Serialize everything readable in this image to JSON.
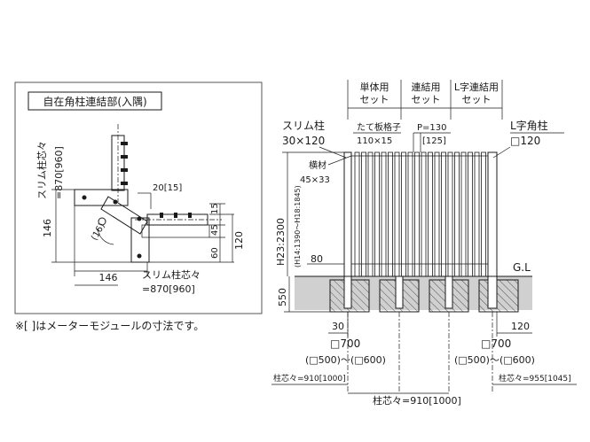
{
  "left_panel": {
    "title": "自在角柱連結部(入隅)",
    "post_center_v": "スリム柱芯々",
    "post_center_v_value": "=870[960]",
    "dim_146_v": "146",
    "dim_146_h": "146",
    "dim_20": "20[15]",
    "dim_15": "15",
    "dim_45": "45",
    "dim_60": "60",
    "dim_120": "120",
    "angle": "(16)",
    "post_center_h": "スリム柱芯々",
    "post_center_h_value": "=870[960]",
    "note": "※[ ]はメーターモジュールの寸法です。"
  },
  "right_panel": {
    "set_single": [
      "単体用",
      "セット"
    ],
    "set_connect": [
      "連結用",
      "セット"
    ],
    "set_lconnect": [
      "L字連結用",
      "セット"
    ],
    "slim_post": "スリム柱",
    "slim_post_size": "30×120",
    "lattice": "たて板格子",
    "lattice_size": "110×15",
    "pitch": "P=130",
    "pitch_m": "[125]",
    "l_post": "L字角柱",
    "l_post_size": "□120",
    "rail": "横材",
    "rail_size": "45×33",
    "height": "H23:2300",
    "height_sub": "(H14:1390〜H18:1845)",
    "dim_80": "80",
    "gl": "G.L",
    "dim_550": "550",
    "dim_30": "30",
    "foot_700_left": "□700",
    "foot_sub_left": "(□500)〜(□600)",
    "dim_120_r": "120",
    "foot_700_right": "□700",
    "foot_sub_right": "(□500)〜(□600)",
    "center_left": "柱芯々=910[1000]",
    "center_right": "柱芯々=955[1045]",
    "center_bottom": "柱芯々=910[1000]"
  },
  "colors": {
    "line": "#1a1a1a",
    "ground": "#d0d0d0",
    "panel_border": "#555555"
  }
}
